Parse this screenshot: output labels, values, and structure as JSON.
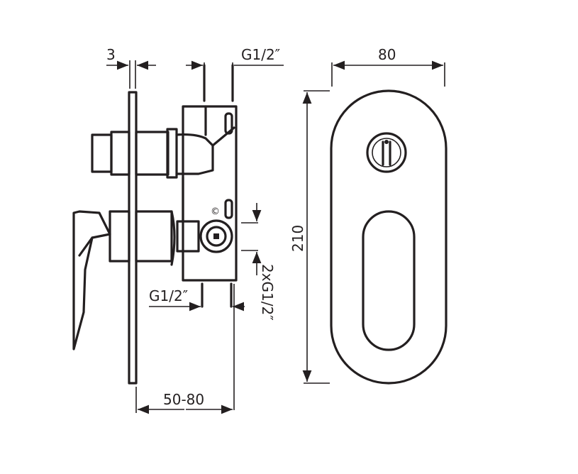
{
  "drawing": {
    "dimensions": {
      "plate_thickness": "3",
      "top_connection": "G1/2″",
      "plate_width": "80",
      "plate_height": "210",
      "outlets": "2xG1/2″",
      "bottom_connection": "G1/2″",
      "installation_depth": "50-80"
    },
    "mark": "©",
    "colors": {
      "line": "#231f20",
      "background": "#ffffff"
    }
  }
}
